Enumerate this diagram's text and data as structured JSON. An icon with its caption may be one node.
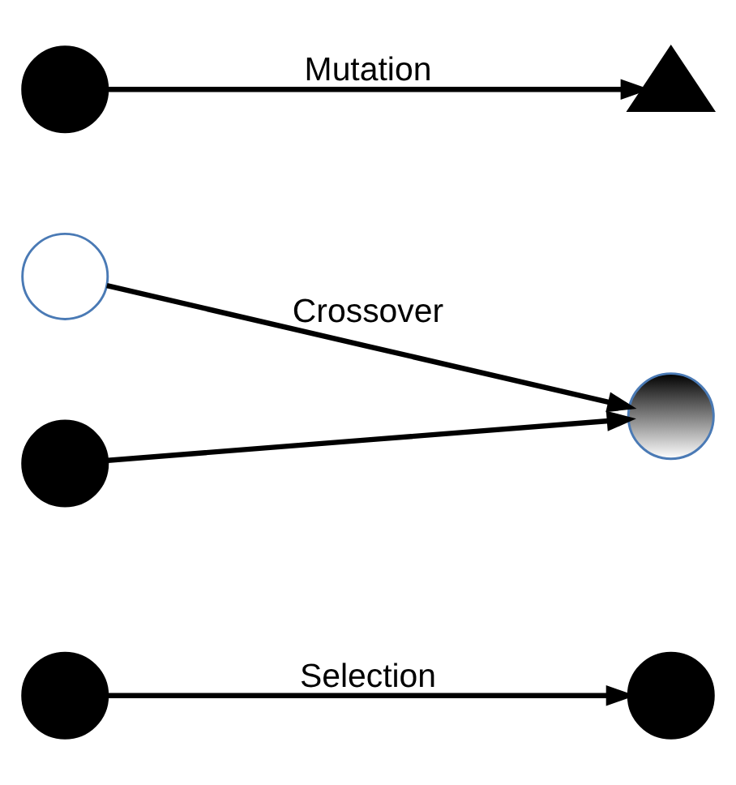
{
  "diagram": {
    "nodes": [
      {
        "text": [],
        "shape": "circle"
      },
      {
        "text": [],
        "shape": "circle"
      },
      {
        "text": [],
        "shape": "circle"
      },
      {
        "text": [],
        "shape": "circle"
      },
      {
        "text": [],
        "shape": "circle"
      },
      {
        "text": [],
        "shape": "circle"
      },
      {
        "text": [],
        "shape": "triangle"
      }
    ],
    "edges": [
      {
        "from": 0,
        "to": 1,
        "arrow": "to",
        "label": "Selection"
      },
      {
        "from": 2,
        "to": 3,
        "arrow": "to",
        "label": "Crossover"
      },
      {
        "from": 4,
        "to": 3,
        "arrow": "to"
      },
      {
        "from": 5,
        "to": 6,
        "arrow": "to",
        "label": "Mutation"
      }
    ]
  }
}
